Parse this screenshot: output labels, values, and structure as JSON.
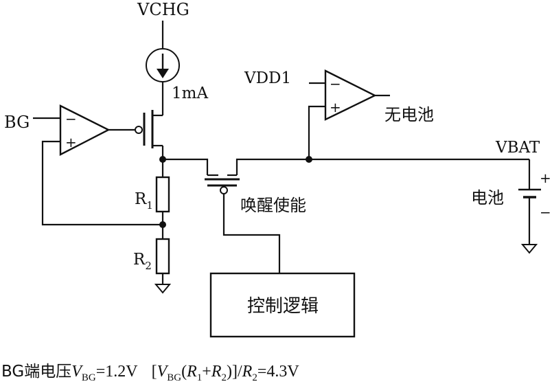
{
  "labels": {
    "vchg": "VCHG",
    "current": "1mA",
    "bg": "BG",
    "vdd1": "VDD1",
    "no_battery": "无电池",
    "vbat": "VBAT",
    "battery": "电池",
    "wake_enable": "唤醒使能",
    "control_logic": "控制逻辑",
    "r1": "R",
    "r1_sub": "1",
    "r2": "R",
    "r2_sub": "2",
    "minus": "−",
    "plus": "+"
  },
  "equation": {
    "prefix": "BG端电压",
    "v": "V",
    "bg_sub": "BG",
    "eq1": "=1.2V",
    "bracket_open": "[",
    "paren_open": "(",
    "r": "R",
    "sub1": "1",
    "plus": "+",
    "sub2": "2",
    "paren_close": ")",
    "bracket_close": "]",
    "slash": "/",
    "eq2": "=4.3V"
  }
}
